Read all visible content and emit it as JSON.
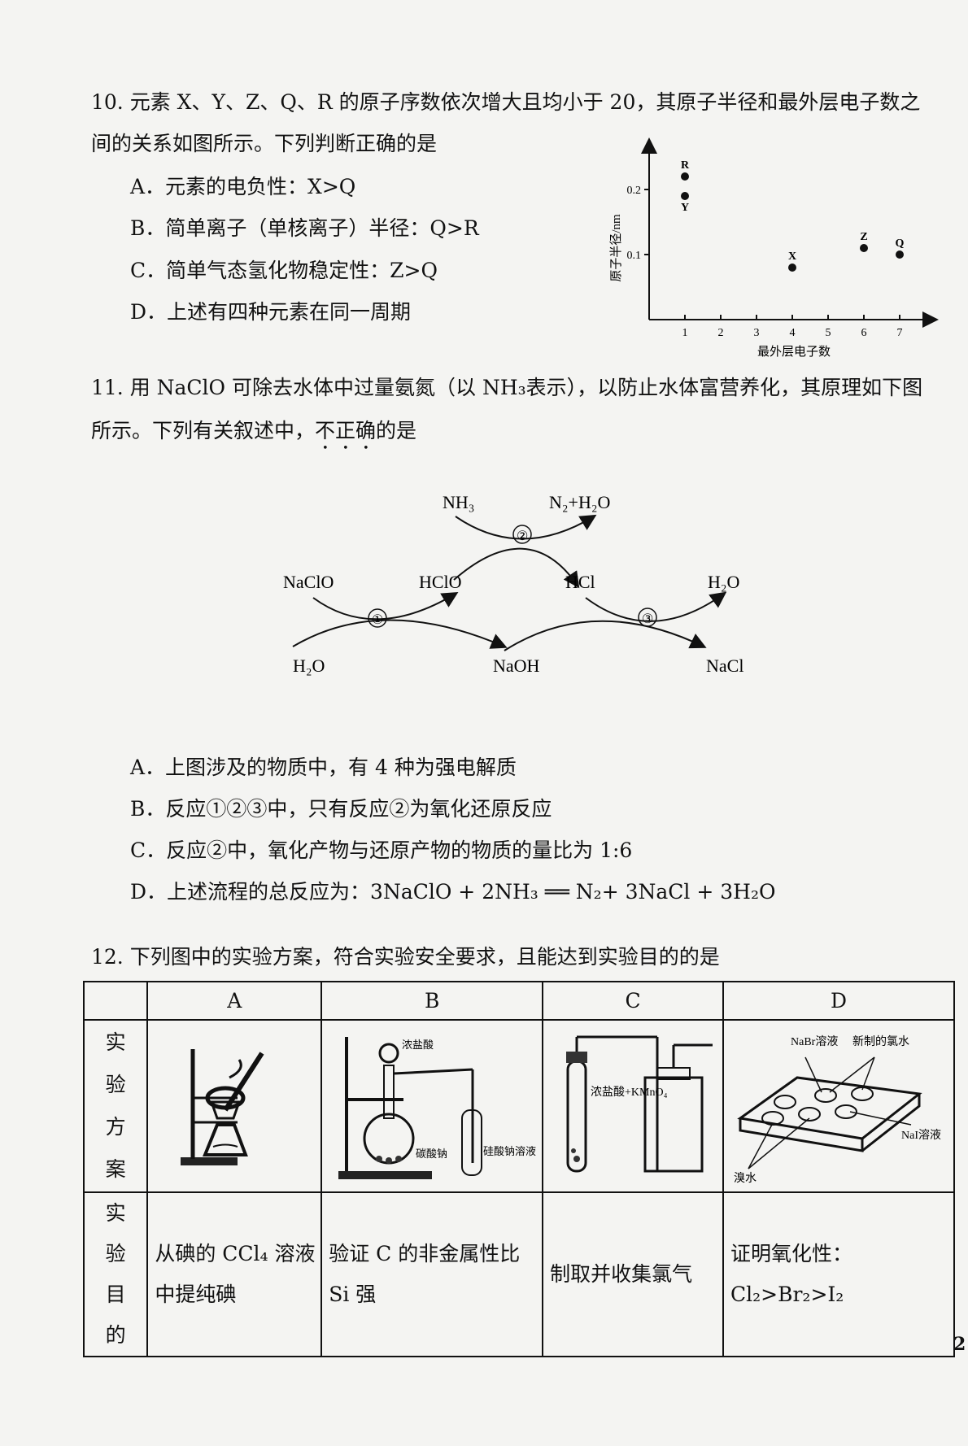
{
  "q10": {
    "stem_line1": "10. 元素 X、Y、Z、Q、R 的原子序数依次增大且均小于 20，其原子半径和最外层电子数之",
    "stem_line2": "间的关系如图所示。下列判断正确的是",
    "options": [
      "A．元素的电负性：X>Q",
      "B．简单离子（单核离子）半径：Q>R",
      "C．简单气态氢化物稳定性：Z>Q",
      "D．上述有四种元素在同一周期"
    ]
  },
  "chart_data": {
    "type": "scatter",
    "ylabel": "原子半径/nm",
    "xlabel": "最外层电子数",
    "x_ticks": [
      "1",
      "2",
      "3",
      "4",
      "5",
      "6",
      "7"
    ],
    "y_ticks": [
      "0.1",
      "0.2"
    ],
    "points": [
      {
        "label": "R",
        "x": 1,
        "y": 0.22
      },
      {
        "label": "Y",
        "x": 1,
        "y": 0.19
      },
      {
        "label": "X",
        "x": 4,
        "y": 0.08
      },
      {
        "label": "Z",
        "x": 6,
        "y": 0.11
      },
      {
        "label": "Q",
        "x": 7,
        "y": 0.1
      }
    ]
  },
  "q11": {
    "stem_line1": "11. 用 NaClO 可除去水体中过量氨氮（以 NH₃表示），以防止水体富营养化，其原理如下图",
    "stem_line2_a": "所示。下列有关叙述中，",
    "stem_line2_b": "不正确",
    "stem_line2_c": "的是",
    "diagram": {
      "nh3": "NH₃",
      "n2h2o": "N₂+H₂O",
      "step2": "②",
      "naclo": "NaClO",
      "hclo": "HClO",
      "hcl": "HCl",
      "h2o_right": "H₂O",
      "step1": "①",
      "step3": "③",
      "h2o_left": "H₂O",
      "naoh": "NaOH",
      "nacl": "NaCl"
    },
    "options": [
      "A．上图涉及的物质中，有 4 种为强电解质",
      "B．反应①②③中，只有反应②为氧化还原反应",
      "C．反应②中，氧化产物与还原产物的物质的量比为 1:6",
      "D．上述流程的总反应为：3NaClO + 2NH₃ ══ N₂+ 3NaCl + 3H₂O"
    ]
  },
  "q12": {
    "stem": "12. 下列图中的实验方案，符合实验安全要求，且能达到实验目的的是",
    "headers": [
      "A",
      "B",
      "C",
      "D"
    ],
    "row1_label": "实验方案",
    "row2_label": "实验目的",
    "B_labels": {
      "acid": "浓盐酸",
      "carbonate": "碳酸钠",
      "silicate": "硅酸钠溶液"
    },
    "C_labels": {
      "reagent": "浓盐酸+KMnO₄"
    },
    "D_labels": {
      "nabr": "NaBr溶液",
      "chlorine": "新制的氯水",
      "nai": "NaI溶液",
      "bromine": "溴水"
    },
    "goals": [
      "从碘的 CCl₄ 溶液中提纯碘",
      "验证 C 的非金属性比 Si 强",
      "制取并收集氯气",
      "证明氧化性：Cl₂>Br₂>I₂"
    ]
  },
  "page_number": "2"
}
